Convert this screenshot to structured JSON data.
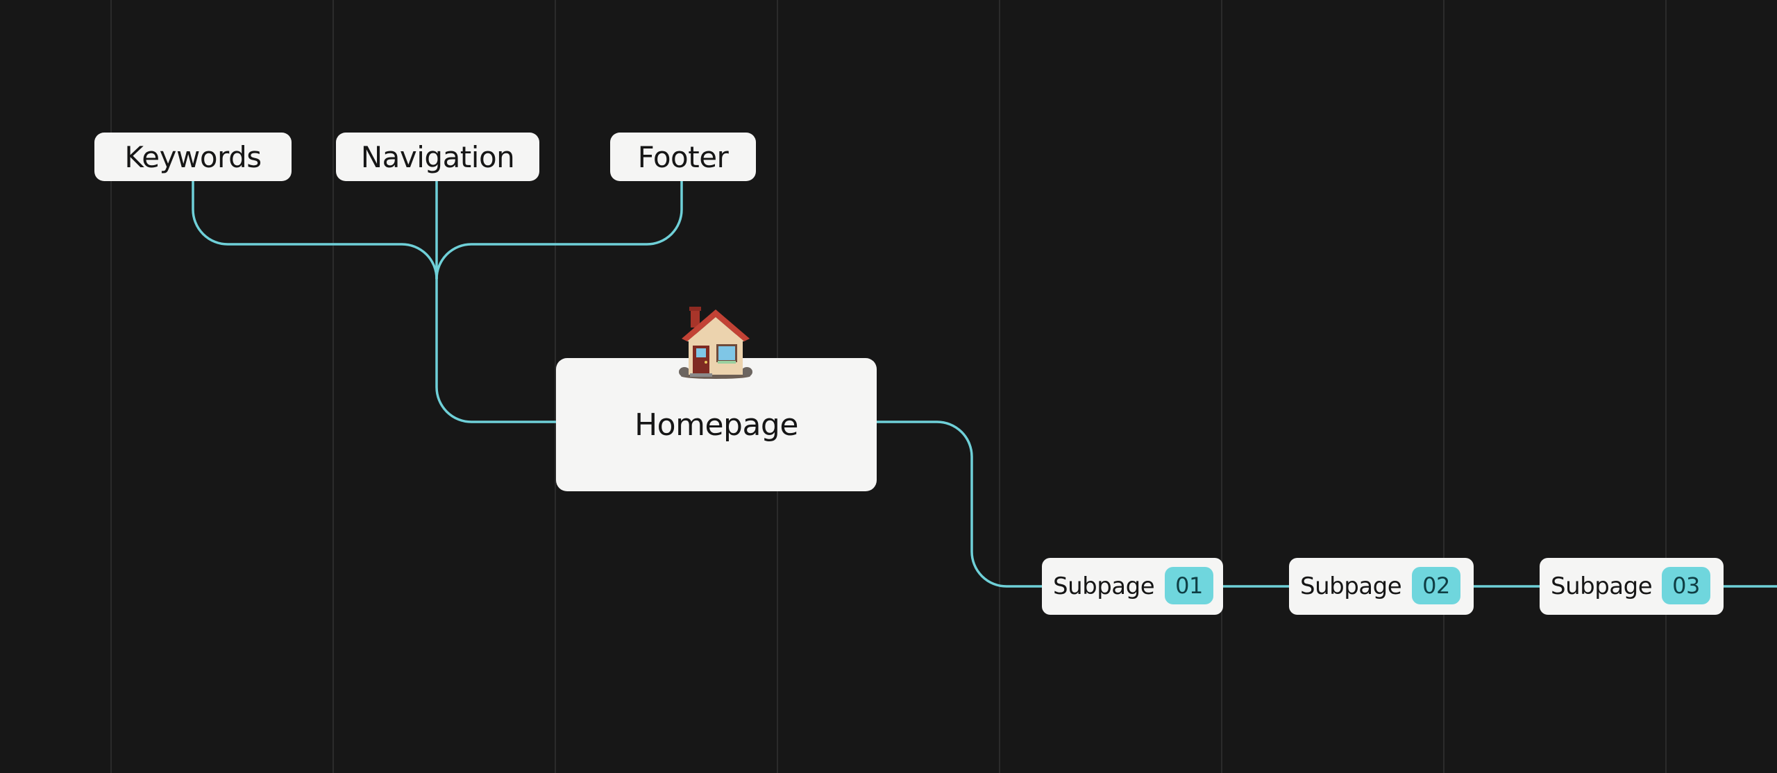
{
  "colors": {
    "background": "#171717",
    "gridline": "#2b2b2b",
    "connector": "#6fd0d8",
    "node_fill": "#f5f5f4",
    "node_text": "#161616",
    "badge_fill": "#6fd6dd",
    "badge_text": "#0f3e44"
  },
  "tags": [
    {
      "label": "Keywords"
    },
    {
      "label": "Navigation"
    },
    {
      "label": "Footer"
    }
  ],
  "homepage": {
    "label": "Homepage",
    "icon": "house-icon"
  },
  "subpages": [
    {
      "label": "Subpage",
      "number": "01"
    },
    {
      "label": "Subpage",
      "number": "02"
    },
    {
      "label": "Subpage",
      "number": "03"
    }
  ]
}
